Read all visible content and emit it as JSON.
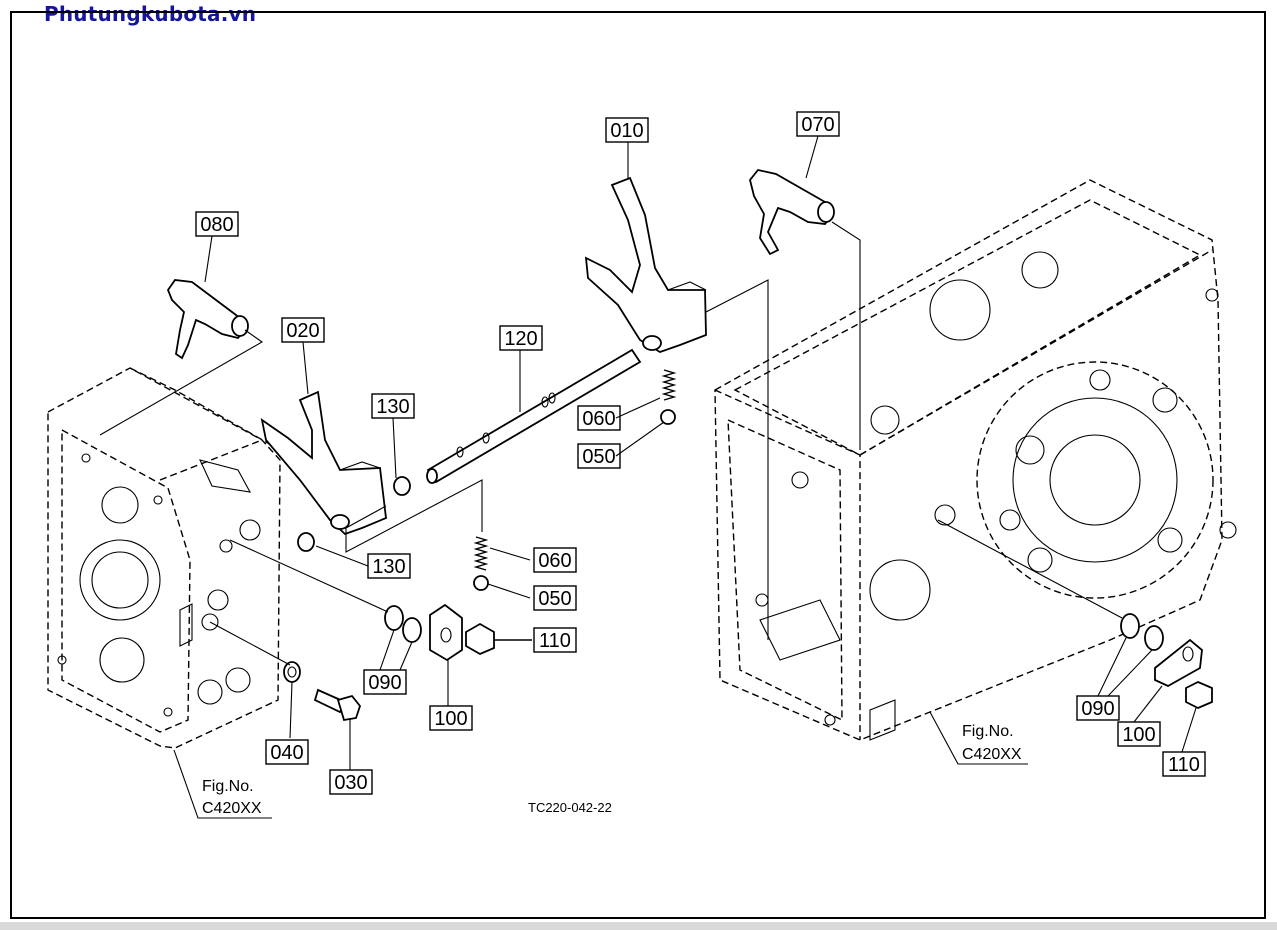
{
  "site": {
    "brand": "Phutungkubota.vn"
  },
  "diagram": {
    "ref_code": "TC220-042-22",
    "fig_refs": [
      {
        "line1": "Fig.No.",
        "line2": "C420XX"
      },
      {
        "line1": "Fig.No.",
        "line2": "C420XX"
      }
    ],
    "part_labels": [
      "010",
      "070",
      "080",
      "020",
      "120",
      "130",
      "060",
      "050",
      "130",
      "060",
      "050",
      "110",
      "090",
      "100",
      "040",
      "030",
      "090",
      "100",
      "110"
    ]
  }
}
